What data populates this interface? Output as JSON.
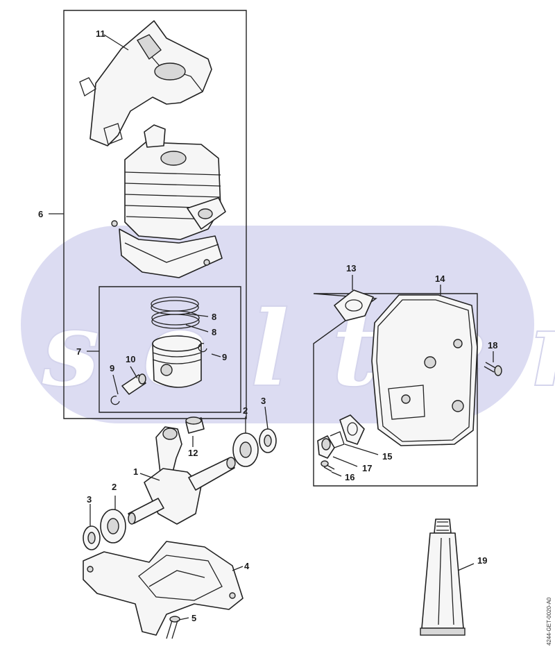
{
  "watermark": {
    "text": "s e l t e r o",
    "color": "#dcdcf2"
  },
  "document_id": "4244-GET-0020-A0",
  "callouts": [
    {
      "id": "c1",
      "label": "1"
    },
    {
      "id": "c2a",
      "label": "2"
    },
    {
      "id": "c2b",
      "label": "2"
    },
    {
      "id": "c3a",
      "label": "3"
    },
    {
      "id": "c3b",
      "label": "3"
    },
    {
      "id": "c4",
      "label": "4"
    },
    {
      "id": "c5",
      "label": "5"
    },
    {
      "id": "c6",
      "label": "6"
    },
    {
      "id": "c7",
      "label": "7"
    },
    {
      "id": "c8a",
      "label": "8"
    },
    {
      "id": "c8b",
      "label": "8"
    },
    {
      "id": "c9a",
      "label": "9"
    },
    {
      "id": "c9b",
      "label": "9"
    },
    {
      "id": "c10",
      "label": "10"
    },
    {
      "id": "c11",
      "label": "11"
    },
    {
      "id": "c12",
      "label": "12"
    },
    {
      "id": "c13",
      "label": "13"
    },
    {
      "id": "c14",
      "label": "14"
    },
    {
      "id": "c15",
      "label": "15"
    },
    {
      "id": "c16",
      "label": "16"
    },
    {
      "id": "c17",
      "label": "17"
    },
    {
      "id": "c18",
      "label": "18"
    },
    {
      "id": "c19",
      "label": "19"
    }
  ]
}
